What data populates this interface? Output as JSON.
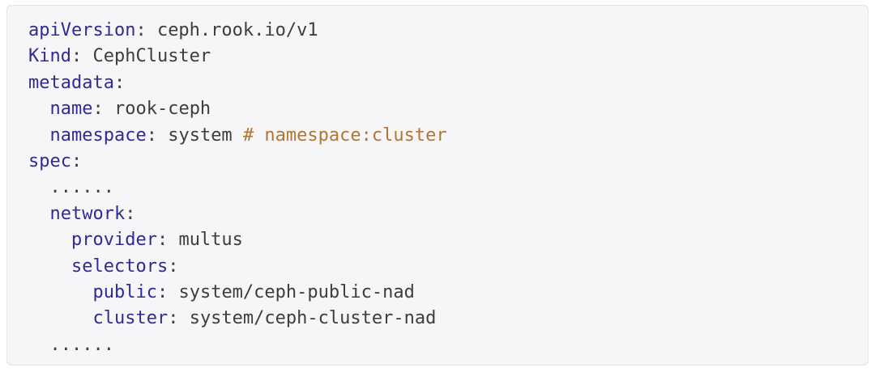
{
  "colors": {
    "page_background": "#ffffff",
    "panel_background": "#f6f6f8",
    "panel_border": "#e3e3e7",
    "key": "#2f2b94",
    "plain": "#3d3d3d",
    "comment": "#b5752e"
  },
  "code_block": {
    "language": "yaml",
    "lines": [
      {
        "tokens": [
          {
            "type": "key",
            "text": "apiVersion"
          },
          {
            "type": "plain",
            "text": ": ceph.rook.io/v1"
          }
        ]
      },
      {
        "tokens": [
          {
            "type": "key",
            "text": "Kind"
          },
          {
            "type": "plain",
            "text": ": CephCluster"
          }
        ]
      },
      {
        "tokens": [
          {
            "type": "key",
            "text": "metadata"
          },
          {
            "type": "plain",
            "text": ":"
          }
        ]
      },
      {
        "tokens": [
          {
            "type": "plain",
            "text": "  "
          },
          {
            "type": "key",
            "text": "name"
          },
          {
            "type": "plain",
            "text": ": rook-ceph"
          }
        ]
      },
      {
        "tokens": [
          {
            "type": "plain",
            "text": "  "
          },
          {
            "type": "key",
            "text": "namespace"
          },
          {
            "type": "plain",
            "text": ": system "
          },
          {
            "type": "comment",
            "text": "# namespace:cluster"
          }
        ]
      },
      {
        "tokens": [
          {
            "type": "key",
            "text": "spec"
          },
          {
            "type": "plain",
            "text": ":"
          }
        ]
      },
      {
        "tokens": [
          {
            "type": "plain",
            "text": "  ......"
          }
        ]
      },
      {
        "tokens": [
          {
            "type": "plain",
            "text": "  "
          },
          {
            "type": "key",
            "text": "network"
          },
          {
            "type": "plain",
            "text": ":"
          }
        ]
      },
      {
        "tokens": [
          {
            "type": "plain",
            "text": "    "
          },
          {
            "type": "key",
            "text": "provider"
          },
          {
            "type": "plain",
            "text": ": multus"
          }
        ]
      },
      {
        "tokens": [
          {
            "type": "plain",
            "text": "    "
          },
          {
            "type": "key",
            "text": "selectors"
          },
          {
            "type": "plain",
            "text": ":"
          }
        ]
      },
      {
        "tokens": [
          {
            "type": "plain",
            "text": "      "
          },
          {
            "type": "key",
            "text": "public"
          },
          {
            "type": "plain",
            "text": ": system/ceph-public-nad"
          }
        ]
      },
      {
        "tokens": [
          {
            "type": "plain",
            "text": "      "
          },
          {
            "type": "key",
            "text": "cluster"
          },
          {
            "type": "plain",
            "text": ": system/ceph-cluster-nad"
          }
        ]
      },
      {
        "tokens": [
          {
            "type": "plain",
            "text": "  ......"
          }
        ]
      }
    ]
  }
}
